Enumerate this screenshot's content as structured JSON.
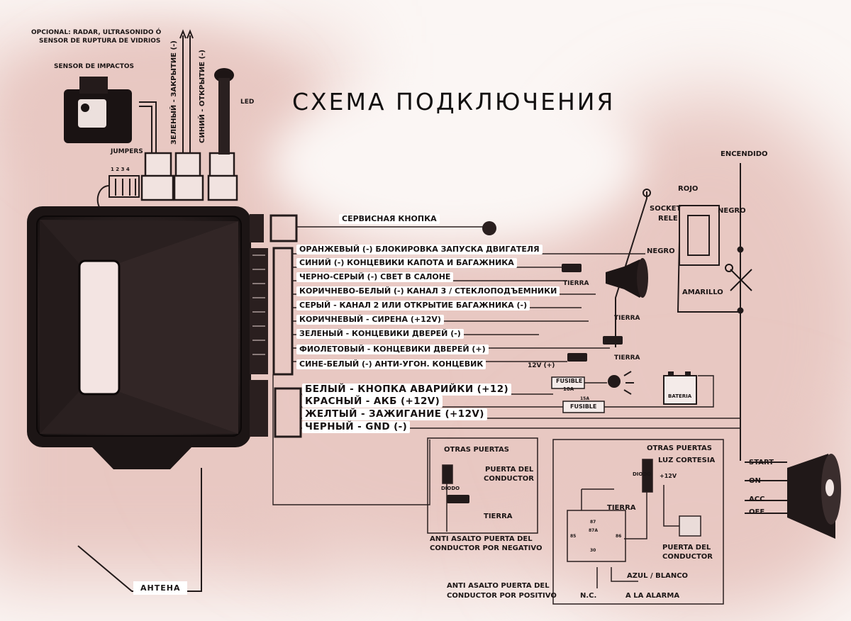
{
  "diagram": {
    "title": "СХЕМА ПОДКЛЮЧЕНИЯ",
    "top_labels": {
      "opcional_line1": "OPCIONAL: RADAR, ULTRASONIDO Ó",
      "opcional_line2": "SENSOR DE RUPTURA DE VIDRIOS",
      "sensor_impactos": "SENSOR DE IMPACTOS",
      "jumpers": "JUMPERS",
      "jumper_numbers": "1 2 3 4",
      "green_lock": "ЗЕЛЕНЫЙ - ЗАКРЫТИЕ (-)",
      "blue_unlock": "СИНИЙ - ОТКРЫТИЕ (-)",
      "led": "LED"
    },
    "service_button": "СЕРВИСНАЯ КНОПКА",
    "wires": [
      "ОРАНЖЕВЫЙ (-)  БЛОКИРОВКА ЗАПУСКА ДВИГАТЕЛЯ",
      "СИНИЙ (-)    КОНЦЕВИКИ КАПОТА И БАГАЖНИКА",
      "ЧЕРНО-СЕРЫЙ (-)   СВЕТ В САЛОНЕ",
      "КОРИЧНЕВО-БЕЛЫЙ (-) КАНАЛ 3 / СТЕКЛОПОДЪЕМНИКИ",
      "СЕРЫЙ - КАНАЛ 2 ИЛИ ОТКРЫТИЕ БАГАЖНИКА (-)",
      "КОРИЧНЕВЫЙ -        СИРЕНА (+12V)",
      "ЗЕЛЕНЫЙ -       КОНЦЕВИКИ ДВЕРЕЙ (-)",
      "ФИОЛЕТОВЫЙ -    КОНЦЕВИКИ ДВЕРЕЙ (+)",
      "СИНЕ-БЕЛЫЙ (-) АНТИ-УГОН. КОНЦЕВИК"
    ],
    "power_wires": [
      "БЕЛЫЙ - КНОПКА АВАРИЙКИ (+12)",
      "КРАСНЫЙ - АКБ (+12V)",
      "ЖЕЛТЫЙ - ЗАЖИГАНИЕ (+12V)",
      "ЧЕРНЫЙ - GND (-)"
    ],
    "right_labels": {
      "encendido": "ENCENDIDO",
      "rojo": "ROJO",
      "socket": "SOCKET",
      "rele": "RELE",
      "negro_right": "NEGRO",
      "negro_left": "NEGRO",
      "amarillo": "AMARILLO",
      "tierra": "TIERRA",
      "v12_plus": "12V (+)",
      "fusible_10a": "FUSIBLE",
      "amp_10a": "10A",
      "fusible_15a": "FUSIBLE",
      "amp_15a": "15A",
      "bateria": "BATERIA",
      "ignition": [
        "START",
        "ON",
        "ACC",
        "OFF"
      ]
    },
    "bottom_left_box": {
      "otras_puertas": "OTRAS PUERTAS",
      "diodo": "DIODO",
      "puerta_del": "PUERTA DEL",
      "conductor": "CONDUCTOR",
      "tierra": "TIERRA",
      "caption_line1": "ANTI ASALTO PUERTA DEL",
      "caption_line2": "CONDUCTOR POR NEGATIVO"
    },
    "bottom_right_box": {
      "otras_puertas": "OTRAS PUERTAS",
      "luz_cortesia": "LUZ CORTESIA",
      "diodo": "DIODO",
      "plus12": "+12V",
      "tierra": "TIERRA",
      "puerta_del": "PUERTA DEL",
      "conductor": "CONDUCTOR",
      "azul_blanco": "AZUL / BLANCO",
      "nc": "N.C.",
      "a_la_alarma": "A LA ALARMA",
      "pins": [
        "87",
        "87A",
        "30",
        "85",
        "86"
      ],
      "caption_line1": "ANTI ASALTO PUERTA DEL",
      "caption_line2": "CONDUCTOR POR POSITIVO"
    },
    "antena": "АНТЕНА"
  }
}
